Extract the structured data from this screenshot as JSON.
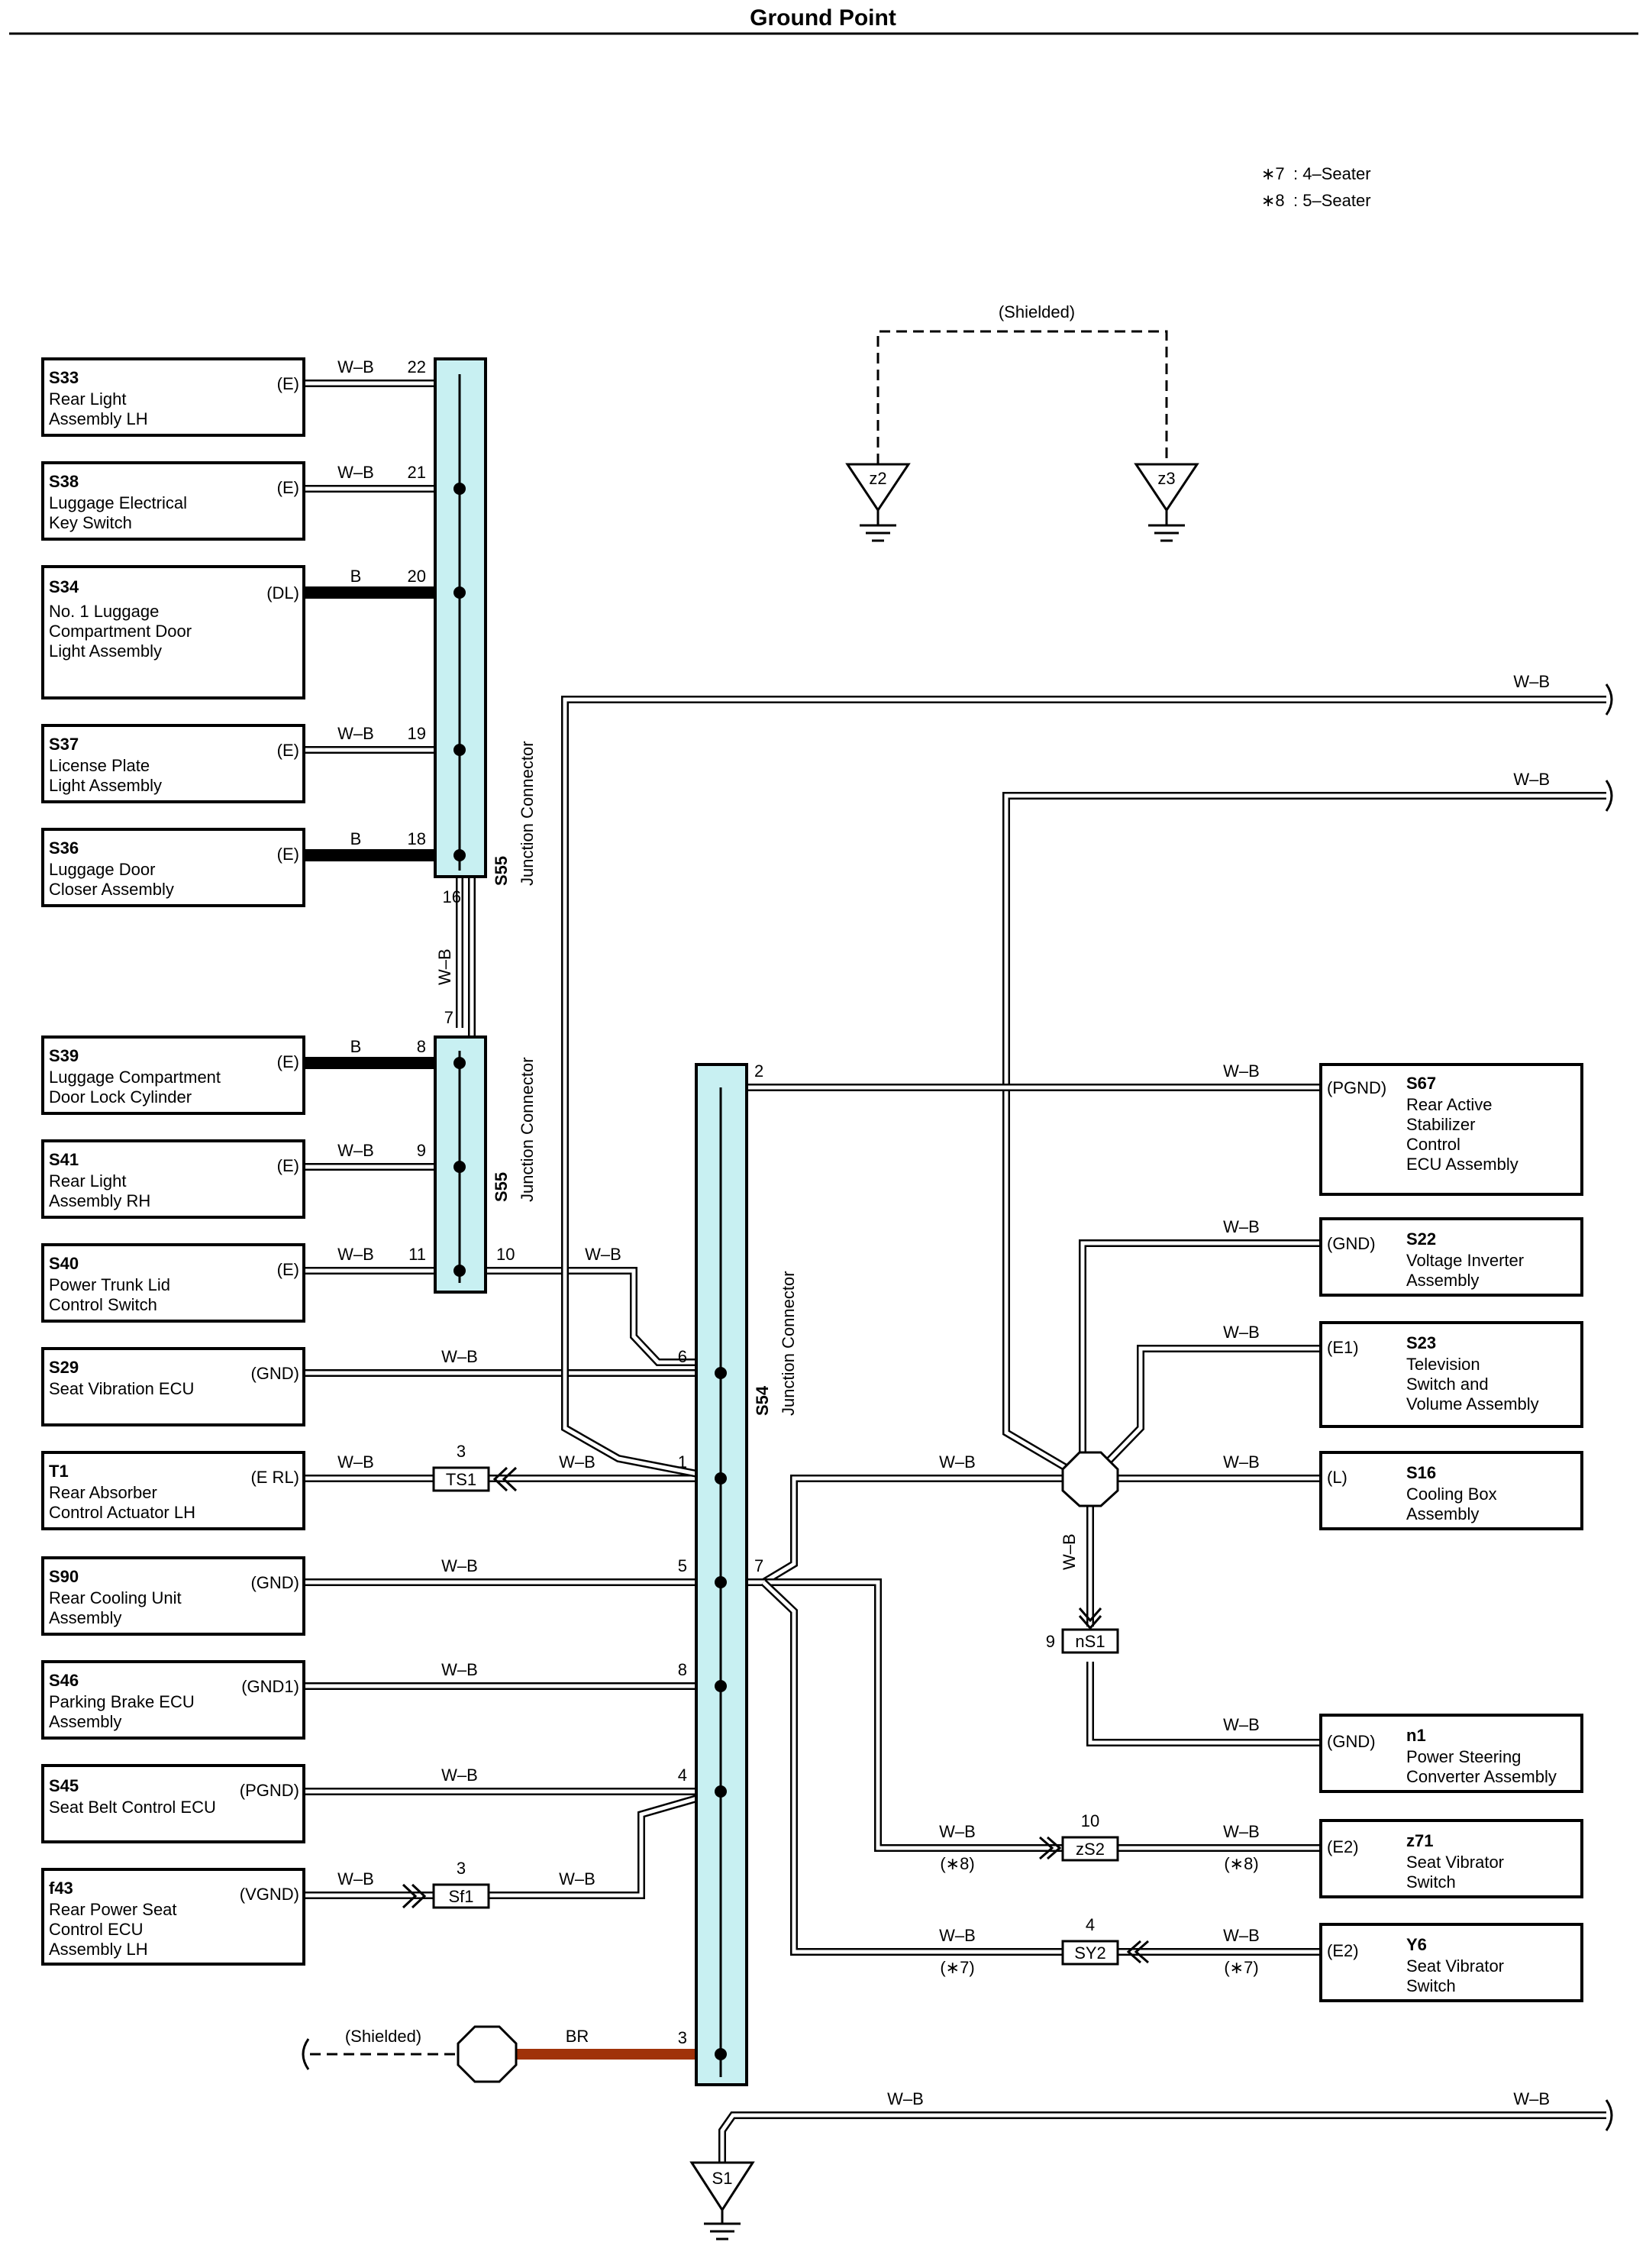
{
  "title": "Ground Point",
  "legend": [
    {
      "mark": "∗7",
      "text": ": 4–Seater"
    },
    {
      "mark": "∗8",
      "text": ": 5–Seater"
    }
  ],
  "shielded_label": "(Shielded)",
  "wire_colors": {
    "wb": "W–B",
    "b": "B",
    "br": "BR"
  },
  "junctions": {
    "s55_top": {
      "code": "S55",
      "name": "Junction Connector"
    },
    "s55_bottom": {
      "code": "S55",
      "name": "Junction Connector"
    },
    "s54": {
      "code": "S54",
      "name": "Junction Connector"
    }
  },
  "grounds": {
    "z2": "z2",
    "z3": "z3",
    "s1": "S1"
  },
  "connectors": {
    "ts1": {
      "code": "TS1",
      "pin": "3"
    },
    "sf1": {
      "code": "Sf1",
      "pin": "3"
    },
    "ns1": {
      "code": "nS1",
      "pin": "9"
    },
    "zs2": {
      "code": "zS2",
      "pin": "10"
    },
    "sy2": {
      "code": "SY2",
      "pin": "4"
    }
  },
  "left_components": [
    {
      "code": "S33",
      "lines": [
        "Rear Light",
        "Assembly LH"
      ],
      "terminal": "(E)",
      "wire": "W–B",
      "pin": "22"
    },
    {
      "code": "S38",
      "lines": [
        "Luggage Electrical",
        "Key Switch"
      ],
      "terminal": "(E)",
      "wire": "W–B",
      "pin": "21"
    },
    {
      "code": "S34",
      "lines": [
        "No. 1 Luggage",
        "Compartment Door",
        "Light Assembly"
      ],
      "terminal": "(DL)",
      "wire": "B",
      "pin": "20"
    },
    {
      "code": "S37",
      "lines": [
        "License Plate",
        "Light Assembly"
      ],
      "terminal": "(E)",
      "wire": "W–B",
      "pin": "19"
    },
    {
      "code": "S36",
      "lines": [
        "Luggage Door",
        "Closer Assembly"
      ],
      "terminal": "(E)",
      "wire": "B",
      "pin": "18"
    },
    {
      "code": "S39",
      "lines": [
        "Luggage Compartment",
        "Door Lock Cylinder"
      ],
      "terminal": "(E)",
      "wire": "B",
      "pin": "8"
    },
    {
      "code": "S41",
      "lines": [
        "Rear Light",
        "Assembly RH"
      ],
      "terminal": "(E)",
      "wire": "W–B",
      "pin": "9"
    },
    {
      "code": "S40",
      "lines": [
        "Power Trunk Lid",
        "Control Switch"
      ],
      "terminal": "(E)",
      "wire": "W–B",
      "pin": "11"
    },
    {
      "code": "S29",
      "lines": [
        "Seat Vibration ECU"
      ],
      "terminal": "(GND)",
      "wire": "W–B",
      "pin": "6"
    },
    {
      "code": "T1",
      "lines": [
        "Rear Absorber",
        "Control Actuator LH"
      ],
      "terminal": "(E RL)",
      "wire": "W–B",
      "pin": "1"
    },
    {
      "code": "S90",
      "lines": [
        "Rear Cooling Unit",
        "Assembly"
      ],
      "terminal": "(GND)",
      "wire": "W–B",
      "pin": "5"
    },
    {
      "code": "S46",
      "lines": [
        "Parking Brake ECU",
        "Assembly"
      ],
      "terminal": "(GND1)",
      "wire": "W–B",
      "pin": "8"
    },
    {
      "code": "S45",
      "lines": [
        "Seat Belt Control ECU"
      ],
      "terminal": "(PGND)",
      "wire": "W–B",
      "pin": "4"
    },
    {
      "code": "f43",
      "lines": [
        "Rear Power Seat",
        "Control ECU",
        "Assembly LH"
      ],
      "terminal": "(VGND)",
      "wire": "W–B",
      "pin": "3"
    }
  ],
  "right_components": [
    {
      "code": "S67",
      "lines": [
        "Rear Active",
        "Stabilizer",
        "Control",
        "ECU Assembly"
      ],
      "terminal": "(PGND)",
      "wire": "W–B"
    },
    {
      "code": "S22",
      "lines": [
        "Voltage Inverter",
        "Assembly"
      ],
      "terminal": "(GND)",
      "wire": "W–B"
    },
    {
      "code": "S23",
      "lines": [
        "Television",
        "Switch and",
        "Volume Assembly"
      ],
      "terminal": "(E1)",
      "wire": "W–B"
    },
    {
      "code": "S16",
      "lines": [
        "Cooling Box",
        "Assembly"
      ],
      "terminal": "(L)",
      "wire": "W–B"
    },
    {
      "code": "n1",
      "lines": [
        "Power Steering",
        "Converter Assembly"
      ],
      "terminal": "(GND)",
      "wire": "W–B"
    },
    {
      "code": "z71",
      "lines": [
        "Seat Vibrator",
        "Switch"
      ],
      "terminal": "(E2)",
      "wire": "W–B",
      "note": "(∗8)"
    },
    {
      "code": "Y6",
      "lines": [
        "Seat Vibrator",
        "Switch"
      ],
      "terminal": "(E2)",
      "wire": "W–B",
      "note": "(∗7)"
    }
  ],
  "pins": {
    "s55_out_top": "16",
    "s55_in_bottom": "7",
    "s55_pin10": "10",
    "s54_pin2": "2",
    "s54_pin7": "7",
    "s54_pin3": "3"
  }
}
